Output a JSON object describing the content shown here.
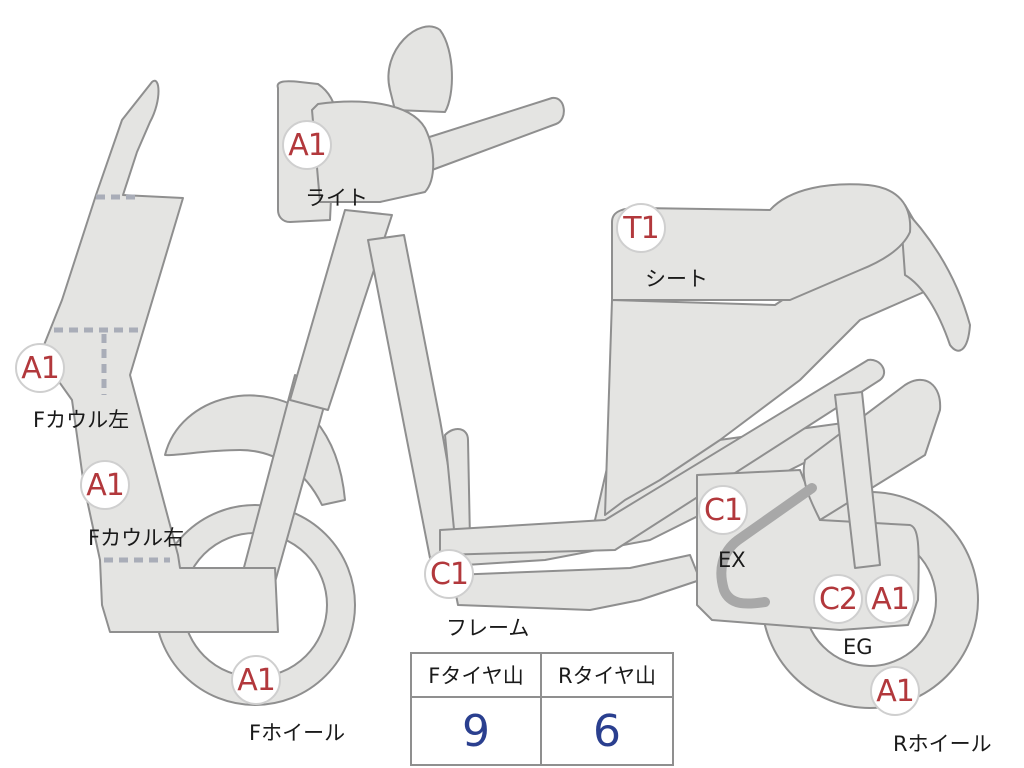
{
  "parts": [
    {
      "id": "light",
      "code": "A1",
      "label": "ライト"
    },
    {
      "id": "seat",
      "code": "T1",
      "label": "シート"
    },
    {
      "id": "f-cowl-left",
      "code": "A1",
      "label": "Fカウル左"
    },
    {
      "id": "f-cowl-right",
      "code": "A1",
      "label": "Fカウル右"
    },
    {
      "id": "frame",
      "code": "C1",
      "label": "フレーム"
    },
    {
      "id": "exhaust",
      "code": "C1",
      "label": "EX"
    },
    {
      "id": "engine",
      "codes": [
        "C2",
        "A1"
      ],
      "label": "EG"
    },
    {
      "id": "f-wheel",
      "code": "A1",
      "label": "Fホイール"
    },
    {
      "id": "r-wheel",
      "code": "A1",
      "label": "Rホイール"
    }
  ],
  "tyre_tread": {
    "headers": [
      "Fタイヤ山",
      "Rタイヤ山"
    ],
    "values": [
      "9",
      "6"
    ]
  },
  "colors": {
    "part_fill": "#e4e4e2",
    "outline": "#8f8f8f",
    "code_text": "#b2383c",
    "value_text": "#2a3f8f"
  }
}
